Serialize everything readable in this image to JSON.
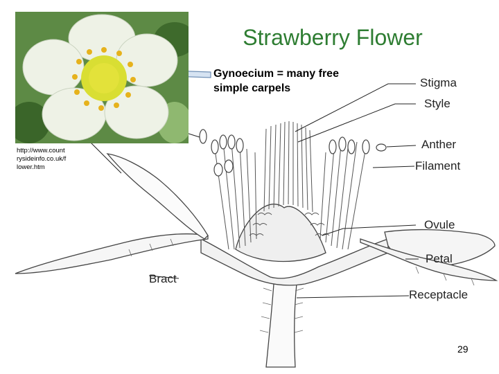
{
  "slide": {
    "title": "Strawberry Flower",
    "callout": "Gynoecium = many free simple carpels",
    "credit": "http://www.countrysideinfo.co.uk/flower.htm",
    "page_number": "29"
  },
  "labels": {
    "stigma": "Stigma",
    "style": "Style",
    "anther": "Anther",
    "filament": "Filament",
    "ovule": "Ovule",
    "petal": "Petal",
    "bract": "Bract",
    "receptacle": "Receptacle"
  },
  "colors": {
    "title": "#2e7d32",
    "arrow_fill": "#d6e3f2",
    "arrow_stroke": "#6f8fb5"
  }
}
